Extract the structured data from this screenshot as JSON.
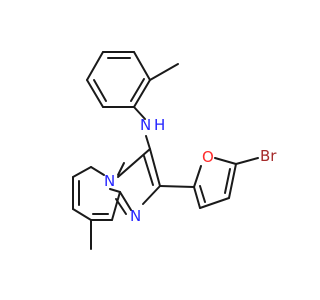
{
  "molecule": {
    "atom_labels": {
      "nh_n": "N",
      "nh_h": "H",
      "ring_n_bridge": "N",
      "ring_n_imine": "N",
      "furan_o": "O",
      "bromine": "Br"
    },
    "colors": {
      "bond": "#1a1a1a",
      "nitrogen": "#2525ff",
      "oxygen": "#ff2a2a",
      "bromine": "#a52a2a",
      "background": "#ffffff"
    }
  }
}
